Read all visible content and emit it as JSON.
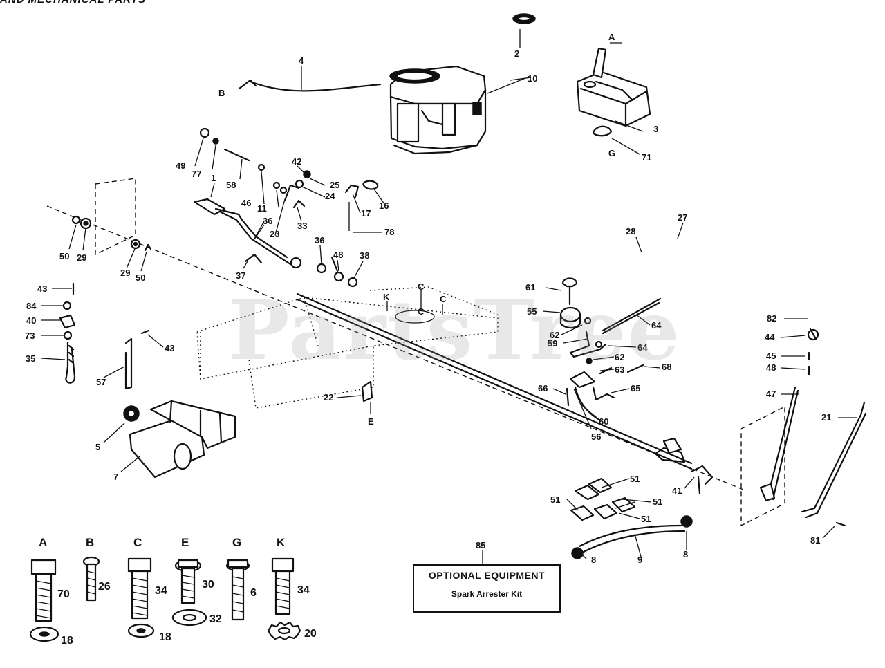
{
  "header_fragment": "AND MECHANICAL PARTS",
  "watermark": "PartsTree",
  "optional_equipment": {
    "ref": "85",
    "title": "OPTIONAL EQUIPMENT",
    "item": "Spark Arrester Kit"
  },
  "hardware": [
    {
      "letter": "A",
      "bolt": "70",
      "washer": "18"
    },
    {
      "letter": "B",
      "bolt": "26"
    },
    {
      "letter": "C",
      "bolt": "34",
      "washer": "18"
    },
    {
      "letter": "E",
      "bolt": "30",
      "washer": "32"
    },
    {
      "letter": "G",
      "bolt": "6"
    },
    {
      "letter": "K",
      "bolt": "34",
      "washer": "20"
    }
  ],
  "callouts": {
    "c2": "2",
    "c10": "10",
    "c4": "4",
    "cB": "B",
    "cA": "A",
    "c3": "3",
    "cG": "G",
    "c71": "71",
    "c49": "49",
    "c77": "77",
    "c58": "58",
    "c42": "42",
    "c25": "25",
    "c24": "24",
    "c46a": "46",
    "c11": "11",
    "c17": "17",
    "c16": "16",
    "c1": "1",
    "c33": "33",
    "c23": "23",
    "c36a": "36",
    "c78": "78",
    "c50a": "50",
    "c29a": "29",
    "c29b": "29",
    "c50b": "50",
    "c36b": "36",
    "c48a": "48",
    "c38": "38",
    "c37": "37",
    "c28": "28",
    "c27": "27",
    "c43a": "43",
    "c84": "84",
    "c40": "40",
    "c73": "73",
    "c35": "35",
    "c57": "57",
    "c43b": "43",
    "c5": "5",
    "c7": "7",
    "c22": "22",
    "cE": "E",
    "cK": "K",
    "cC1": "C",
    "cC2": "C",
    "cC3": "C",
    "c61": "61",
    "c55": "55",
    "c62a": "62",
    "c59": "59",
    "c64a": "64",
    "c64b": "64",
    "c62b": "62",
    "c63": "63",
    "c68": "68",
    "c66": "66",
    "c65": "65",
    "c60": "60",
    "c56": "56",
    "c82": "82",
    "c44": "44",
    "c45": "45",
    "c48b": "48",
    "c47": "47",
    "c21": "21",
    "c41": "41",
    "c51a": "51",
    "c51b": "51",
    "c51c": "51",
    "c51d": "51",
    "c8a": "8",
    "c9": "9",
    "c8b": "8",
    "c81": "81"
  }
}
